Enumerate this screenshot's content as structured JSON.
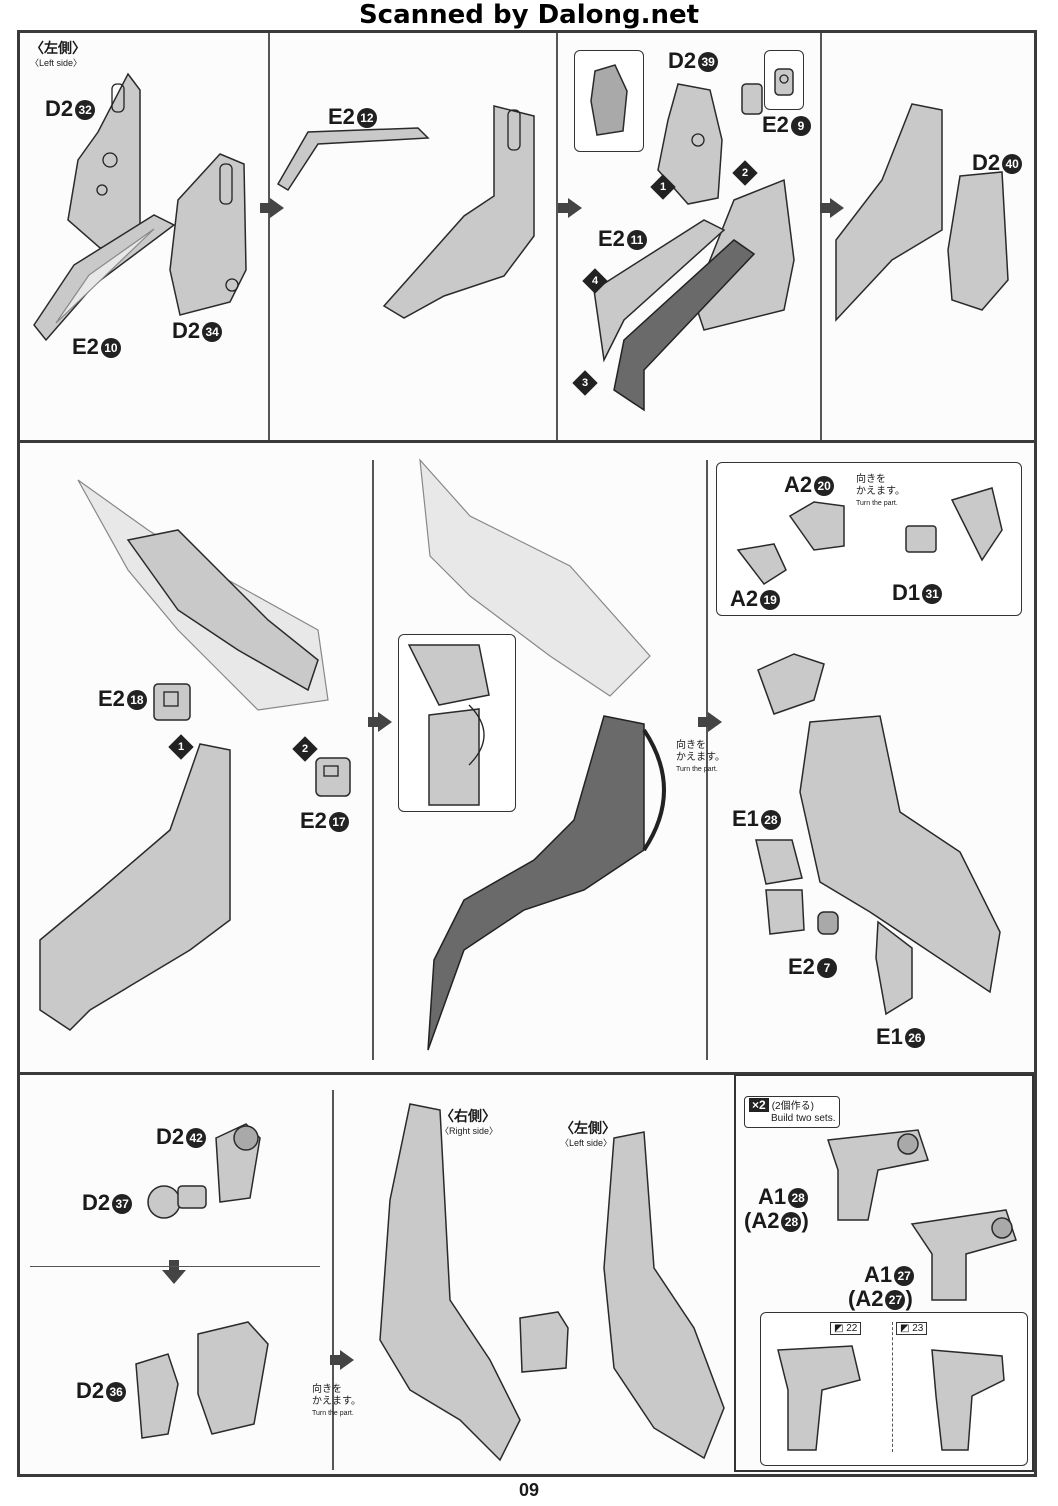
{
  "banner": "Scanned by Dalong.net",
  "page_number": "09",
  "step1": {
    "side_title": "〈左側〉",
    "side_sub": "〈Left side〉",
    "labels": {
      "d2_32": {
        "code": "D2",
        "num": "32"
      },
      "d2_34": {
        "code": "D2",
        "num": "34"
      },
      "e2_10": {
        "code": "E2",
        "num": "10"
      },
      "e2_12": {
        "code": "E2",
        "num": "12"
      },
      "d2_39": {
        "code": "D2",
        "num": "39"
      },
      "e2_9": {
        "code": "E2",
        "num": "9"
      },
      "e2_11": {
        "code": "E2",
        "num": "11"
      },
      "d2_40": {
        "code": "D2",
        "num": "40"
      }
    },
    "markers": [
      "1",
      "2",
      "3",
      "4"
    ]
  },
  "step2": {
    "labels": {
      "e2_18": {
        "code": "E2",
        "num": "18"
      },
      "e2_17": {
        "code": "E2",
        "num": "17"
      },
      "a2_20": {
        "code": "A2",
        "num": "20"
      },
      "a2_19": {
        "code": "A2",
        "num": "19"
      },
      "d1_31": {
        "code": "D1",
        "num": "31"
      },
      "e1_28": {
        "code": "E1",
        "num": "28"
      },
      "e2_7": {
        "code": "E2",
        "num": "7"
      },
      "e1_26": {
        "code": "E1",
        "num": "26"
      }
    },
    "turn_note_jp": "向きを\nかえます。",
    "turn_note_en": "Turn the part.",
    "markers": [
      "1",
      "2"
    ]
  },
  "step3": {
    "labels": {
      "d2_42": {
        "code": "D2",
        "num": "42"
      },
      "d2_37": {
        "code": "D2",
        "num": "37"
      },
      "d2_36": {
        "code": "D2",
        "num": "36"
      },
      "a1_28": {
        "code": "A1",
        "num": "28"
      },
      "a2_28": {
        "code": "(A2",
        "num": "28",
        "close": ")"
      },
      "a1_27": {
        "code": "A1",
        "num": "27"
      },
      "a2_27": {
        "code": "(A2",
        "num": "27",
        "close": ")"
      }
    },
    "right_side": "〈右側〉",
    "right_side_sub": "〈Right side〉",
    "left_side": "〈左側〉",
    "left_side_sub": "〈Left side〉",
    "turn_note_jp": "向きを\nかえます。",
    "turn_note_en": "Turn the part.",
    "x2_count": "×2",
    "x2_jp": "(2個作る)",
    "x2_en": "Build two sets.",
    "stickers": [
      "22",
      "23"
    ]
  }
}
